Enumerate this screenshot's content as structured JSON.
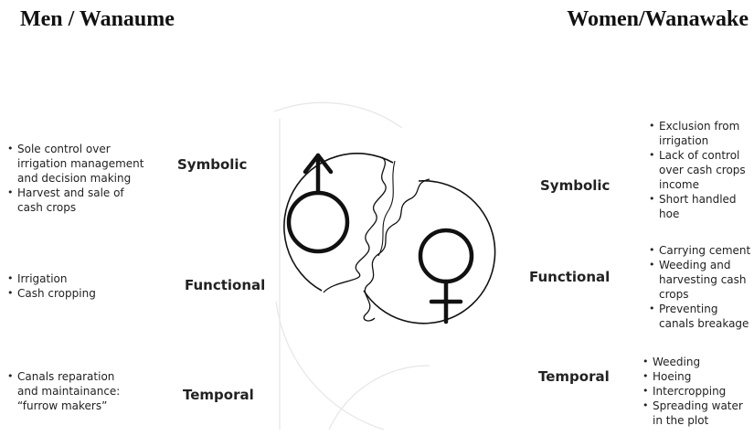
{
  "headings": {
    "men": "Men / Wanaume",
    "women": "Women/Wanawake"
  },
  "men": {
    "categories": {
      "symbolic": "Symbolic",
      "functional": "Functional",
      "temporal": "Temporal"
    },
    "symbolic_items": [
      "Sole control over irrigation management and decision making",
      "Harvest and sale of cash crops"
    ],
    "functional_items": [
      "Irrigation",
      "Cash cropping"
    ],
    "temporal_items": [
      "Canals reparation and maintainance: “furrow makers”"
    ]
  },
  "women": {
    "categories": {
      "symbolic": "Symbolic",
      "functional": "Functional",
      "temporal": "Temporal"
    },
    "symbolic_items": [
      "Exclusion from irrigation",
      "Lack of control over cash crops income",
      "Short handled hoe"
    ],
    "functional_items": [
      "Carrying cement",
      "Weeding and harvesting cash crops",
      "Preventing canals breakage"
    ],
    "temporal_items": [
      "Weeding",
      "Hoeing",
      "Intercropping",
      "Spreading water in the plot"
    ]
  },
  "symbols": {
    "male": "male-symbol-icon",
    "female": "female-symbol-icon"
  },
  "colors": {
    "text": "#1a1a1a",
    "stroke": "#111111",
    "faint": "#e6e6e6"
  }
}
